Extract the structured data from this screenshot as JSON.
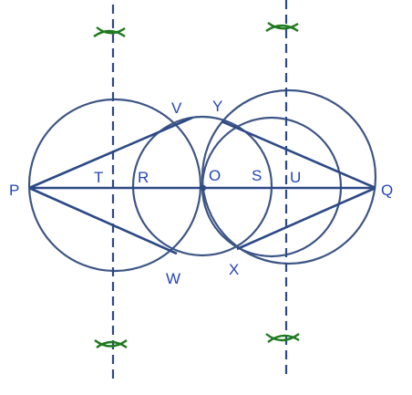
{
  "colors": {
    "circle": "#3d5585",
    "segment": "#2c4a86",
    "bisector": "#2c4a86",
    "arc_mark": "#1f7a1f",
    "label": "#2346b8",
    "background": "#ffffff"
  },
  "points": {
    "P": "P",
    "Q": "Q",
    "O": "O",
    "T": "T",
    "R": "R",
    "S": "S",
    "U": "U",
    "V": "V",
    "W": "W",
    "Y": "Y",
    "X": "X"
  }
}
